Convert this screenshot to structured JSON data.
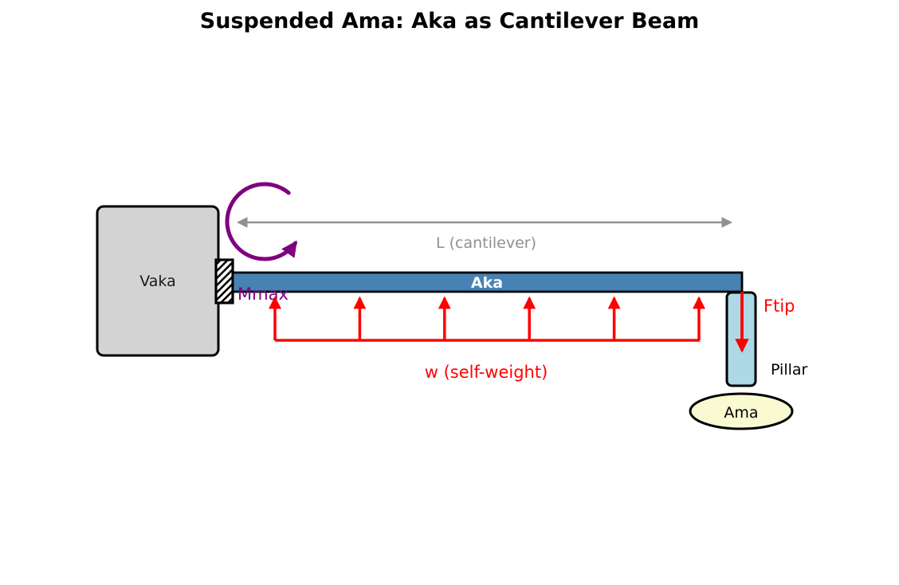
{
  "title": "Suspended Ama: Aka as Cantilever Beam",
  "diagram": {
    "hull_label": "Vaka",
    "beam_label": "Aka",
    "span_label": "L (cantilever)",
    "moment_label": "Mmax",
    "load_label": "w (self-weight)",
    "tip_force_label": "Ftip",
    "pillar_label": "Pillar",
    "float_label": "Ama",
    "load_arrow_count": 6
  },
  "colors": {
    "background": "#FFFFFF",
    "hull_fill": "#D3D3D3",
    "beam_fill": "#4682B4",
    "beam_text": "#FFFFFF",
    "pillar_fill": "#ADD8E6",
    "float_fill": "#FAFAD2",
    "moment_color": "#800080",
    "load_color": "#FF0000",
    "dimension_color": "#909090",
    "outline": "#000000"
  }
}
